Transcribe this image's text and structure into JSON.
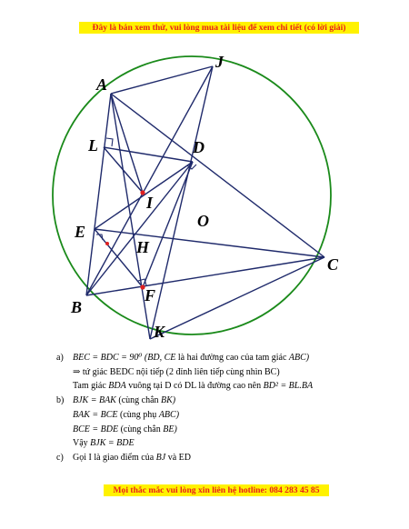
{
  "top_banner": "Đây là bản xem thử, vui lòng mua tài liệu để xem chi tiết (có lời giải)",
  "bottom_banner": "Mọi thắc mắc vui lòng xin liên hệ hotline: 084 283 45 85",
  "figure": {
    "labels": {
      "A": "A",
      "J": "J",
      "L": "L",
      "D": "D",
      "I": "I",
      "O": "O",
      "E": "E",
      "H": "H",
      "C": "C",
      "B": "B",
      "F": "F",
      "K": "K"
    },
    "colors": {
      "circle": "#1a8a1a",
      "lines": "#1f2a6b",
      "points": "#e02020"
    }
  },
  "solution": {
    "a1_tag": "a)",
    "a1_math": "BEC = BDC = 90⁰",
    "a1_math2": "(BD, CE",
    "a1_text": "là hai đường cao của tam giác",
    "a1_tri": "ABC)",
    "a2": "⇒ tứ giác BEDC nội tiếp (2 đỉnh liên tiếp cùng nhìn BC)",
    "a3_pre": "Tam giác",
    "a3_tri": "BDA",
    "a3_mid": "vuông tại D có DL là đường cao nên",
    "a3_eq": "BD² = BL.BA",
    "b1_tag": "b)",
    "b1_math": "BJK = BAK",
    "b1_text": "(cùng chắn",
    "b1_arc": "BK)",
    "b2_math": "BAK = BCE",
    "b2_text": "(cùng phụ",
    "b2_angle": "ABC)",
    "b3_math": "BCE = BDE",
    "b3_text": "(cùng chắn",
    "b3_arc": "BE)",
    "b4_pre": "Vậy",
    "b4_math": "BJK = BDE",
    "c1_tag": "c)",
    "c1_text": "Gọi I là giao điểm của",
    "c1_seg": "BJ",
    "c1_end": "và ED"
  }
}
